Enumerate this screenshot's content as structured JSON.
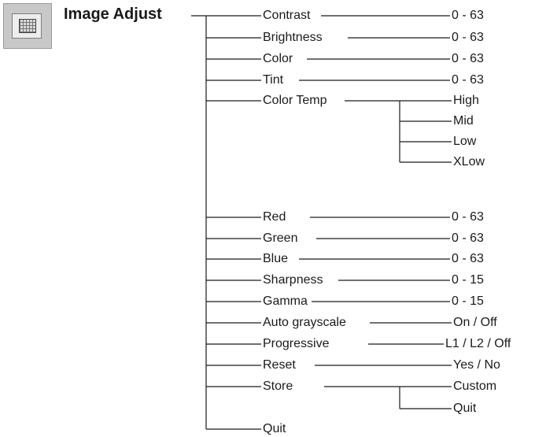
{
  "title": "Image Adjust",
  "icon": "image-adjust-icon",
  "items": [
    {
      "label": "Contrast",
      "value": "0 - 63"
    },
    {
      "label": "Brightness",
      "value": "0 - 63"
    },
    {
      "label": "Color",
      "value": "0 - 63"
    },
    {
      "label": "Tint",
      "value": "0 - 63"
    },
    {
      "label": "Color Temp",
      "options": [
        "High",
        "Mid",
        "Low",
        "XLow"
      ]
    },
    {
      "label": "Red",
      "value": "0 - 63"
    },
    {
      "label": "Green",
      "value": "0 - 63"
    },
    {
      "label": "Blue",
      "value": "0 - 63"
    },
    {
      "label": "Sharpness",
      "value": "0 - 15"
    },
    {
      "label": "Gamma",
      "value": "0 - 15"
    },
    {
      "label": "Auto grayscale",
      "value": "On / Off"
    },
    {
      "label": "Progressive",
      "value": "L1 / L2 / Off"
    },
    {
      "label": "Reset",
      "value": "Yes / No"
    },
    {
      "label": "Store",
      "options": [
        "Custom",
        "Quit"
      ]
    },
    {
      "label": "Quit"
    }
  ]
}
